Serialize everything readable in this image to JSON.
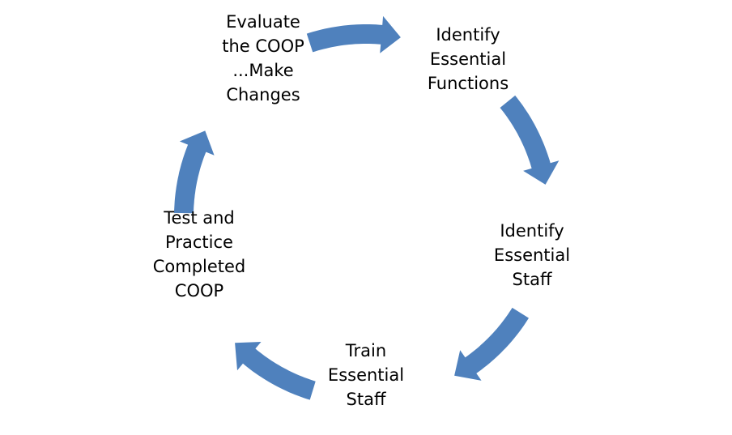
{
  "diagram": {
    "type": "cycle",
    "arrow_color": "#4f81bd",
    "text_color": "#000000",
    "background": "#ffffff",
    "nodes": [
      {
        "id": "identify-essential-functions",
        "lines": [
          "Identify",
          "Essential",
          "Functions"
        ]
      },
      {
        "id": "identify-essential-staff",
        "lines": [
          "Identify",
          "Essential",
          "Staff"
        ]
      },
      {
        "id": "train-essential-staff",
        "lines": [
          "Train",
          "Essential",
          "Staff"
        ]
      },
      {
        "id": "test-and-practice-completed-coop",
        "lines": [
          "Test and",
          "Practice",
          "Completed",
          "COOP"
        ]
      },
      {
        "id": "evaluate-the-coop-make-changes",
        "lines": [
          "Evaluate",
          "the COOP",
          "...Make",
          "Changes"
        ]
      }
    ],
    "edges": [
      {
        "from": "evaluate-the-coop-make-changes",
        "to": "identify-essential-functions"
      },
      {
        "from": "identify-essential-functions",
        "to": "identify-essential-staff"
      },
      {
        "from": "identify-essential-staff",
        "to": "train-essential-staff"
      },
      {
        "from": "train-essential-staff",
        "to": "test-and-practice-completed-coop"
      },
      {
        "from": "test-and-practice-completed-coop",
        "to": "evaluate-the-coop-make-changes"
      }
    ]
  }
}
